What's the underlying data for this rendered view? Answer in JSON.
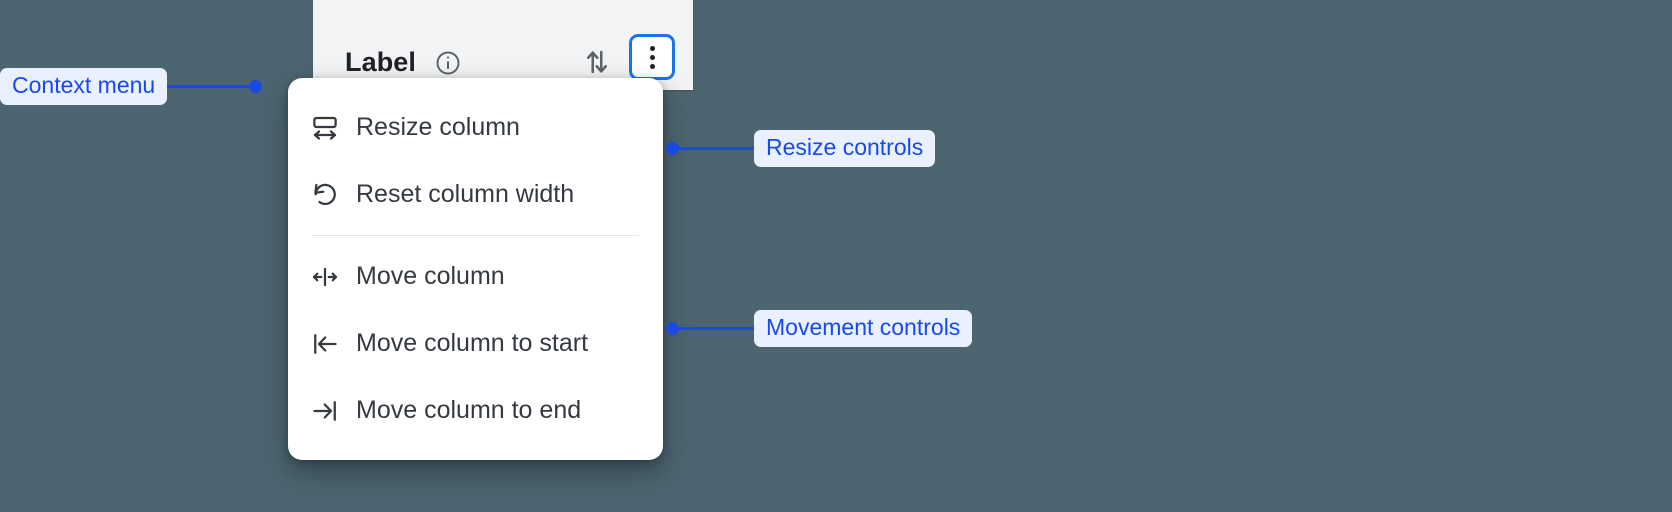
{
  "background_color": "#4d6570",
  "accent_color": "#1a73e8",
  "annotation_color": "#1a4ae0",
  "annotation_pill_bg": "#eaf1fe",
  "column_header": {
    "label": "Label",
    "info_icon": "info-circle-icon",
    "sort_icon": "sort-arrows-icon",
    "menu_button_icon": "more-vertical-icon",
    "panel_bg": "#f1f3f4"
  },
  "context_menu": {
    "groups": [
      {
        "name": "resize-controls",
        "items": [
          {
            "icon": "resize-column-icon",
            "label": "Resize column"
          },
          {
            "icon": "reset-width-icon",
            "label": "Reset column width"
          }
        ]
      },
      {
        "name": "movement-controls",
        "items": [
          {
            "icon": "move-column-icon",
            "label": "Move column"
          },
          {
            "icon": "move-to-start-icon",
            "label": "Move column to start"
          },
          {
            "icon": "move-to-end-icon",
            "label": "Move column to end"
          }
        ]
      }
    ]
  },
  "annotations": [
    {
      "id": "context-menu",
      "label": "Context menu",
      "side": "left"
    },
    {
      "id": "resize-controls",
      "label": "Resize controls",
      "side": "right"
    },
    {
      "id": "movement-controls",
      "label": "Movement controls",
      "side": "right"
    }
  ]
}
